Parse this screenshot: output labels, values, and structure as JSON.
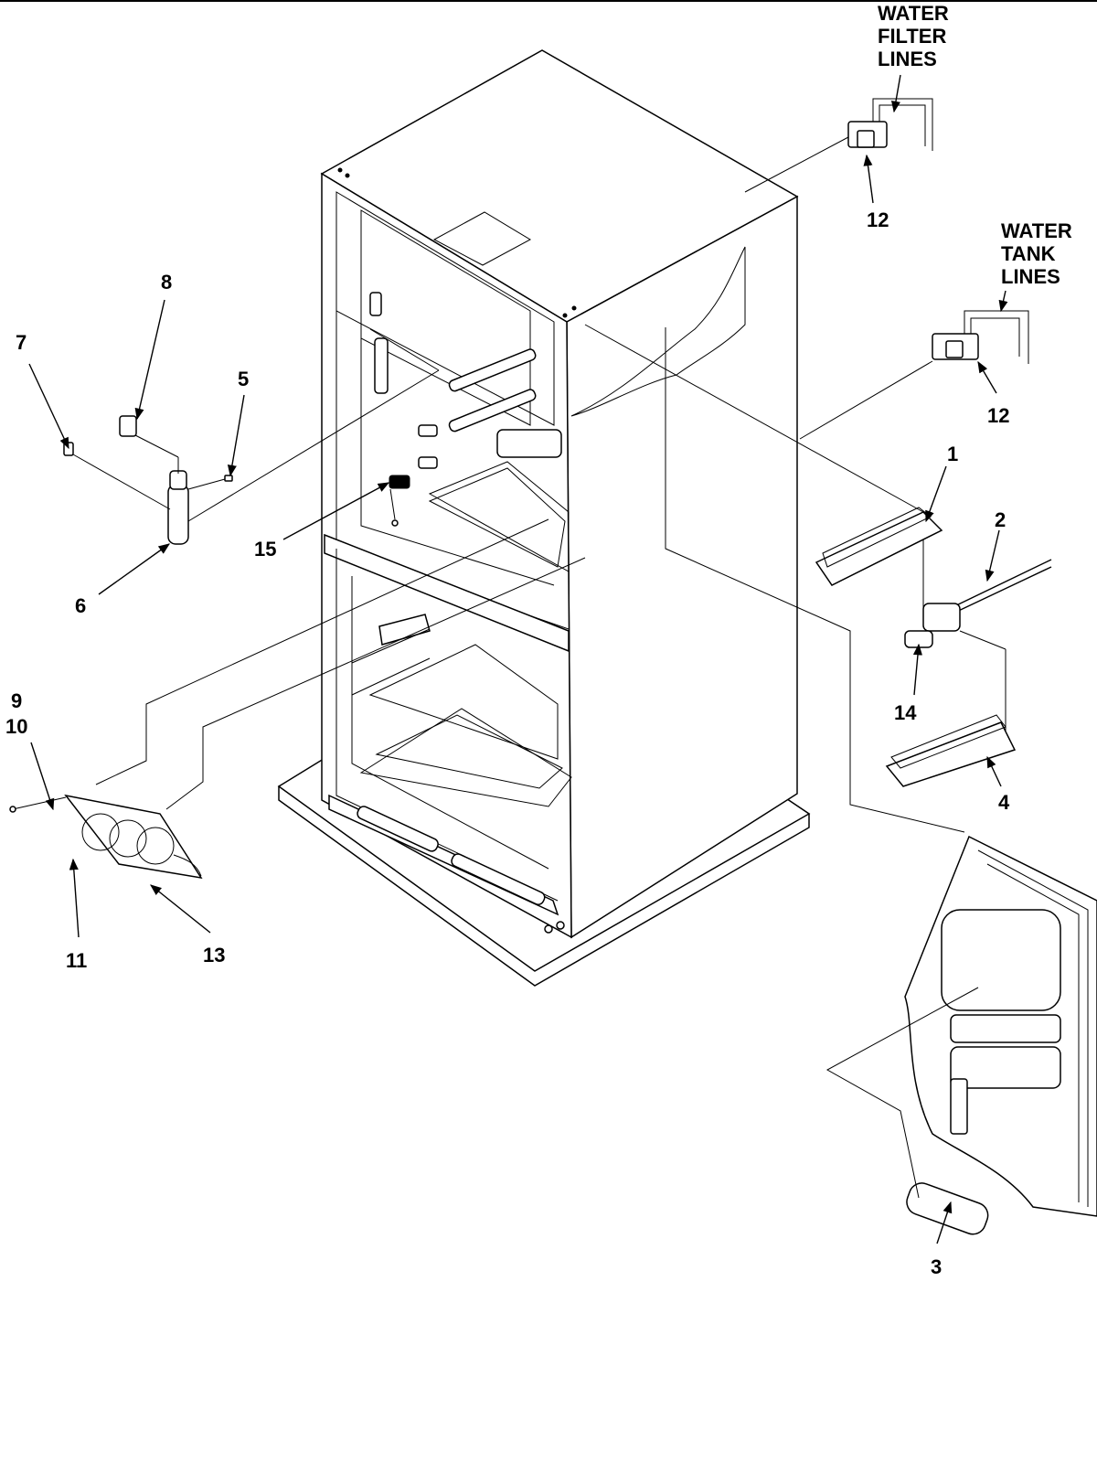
{
  "callouts": {
    "water_filter_lines": [
      "WATER",
      "FILTER",
      "LINES"
    ],
    "water_tank_lines": [
      "WATER",
      "TANK",
      "LINES"
    ],
    "n1": "1",
    "n2": "2",
    "n3": "3",
    "n4": "4",
    "n5": "5",
    "n6": "6",
    "n7": "7",
    "n8": "8",
    "n9": "9",
    "n10": "10",
    "n11": "11",
    "n12a": "12",
    "n12b": "12",
    "n13": "13",
    "n14": "14",
    "n15": "15"
  }
}
